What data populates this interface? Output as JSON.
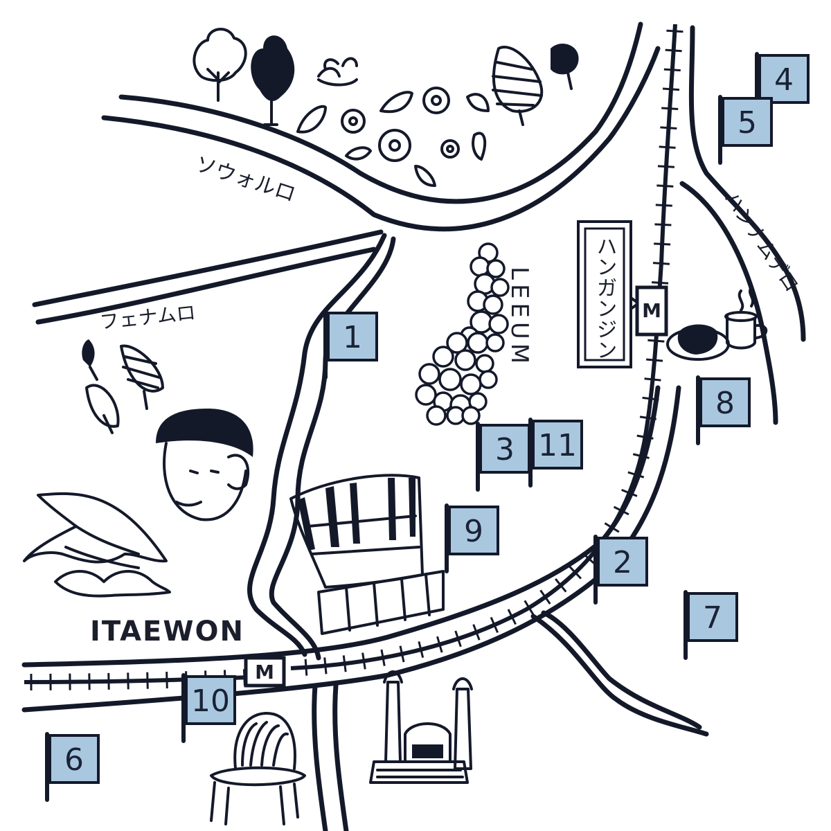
{
  "map": {
    "district_label": "ITAEWON",
    "museum_label": "LEEUM",
    "metro_symbol": "M",
    "roads": [
      {
        "name": "ソウォルロ"
      },
      {
        "name": "フェナムロ"
      },
      {
        "name": "ハンナムデロ"
      }
    ],
    "station_sign": "ハンガンジン",
    "markers": [
      "1",
      "2",
      "3",
      "4",
      "5",
      "6",
      "7",
      "8",
      "9",
      "10",
      "11"
    ],
    "icons": [
      "trees-and-flowers",
      "leaves",
      "man-portrait",
      "tent-wings",
      "building",
      "cafe-coffee-cup",
      "cookies-plate",
      "chair",
      "mosque"
    ],
    "colors": {
      "ink": "#14192a",
      "marker": "#a9c8e0"
    }
  }
}
